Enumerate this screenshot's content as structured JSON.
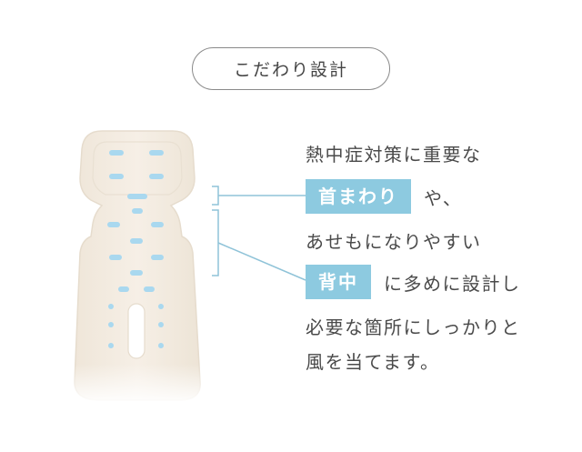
{
  "header": {
    "label": "こだわり設計"
  },
  "description": {
    "line1": "熱中症対策に重要な",
    "highlight_neck": "首まわり",
    "line2_suffix": "や、",
    "line3": "あせもになりやすい",
    "highlight_back": "背中",
    "line4_suffix": "に多めに設計し",
    "line5": "必要な箇所にしっかりと",
    "line6": "風を当てます。"
  },
  "colors": {
    "highlight": "#8dcae0",
    "seat": "#f4ece1",
    "vent": "#a9d8ef",
    "connector": "#8fc3d8"
  }
}
